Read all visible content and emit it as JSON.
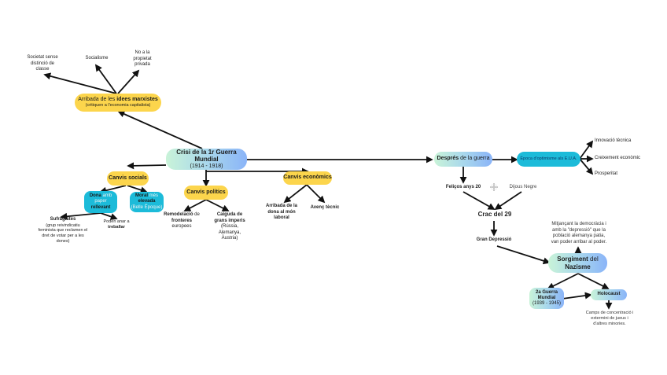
{
  "root": {
    "title": "Crisi de la 1r Guerra Mundial",
    "subtitle": "(1914 - 1918)"
  },
  "marxism": {
    "title_normal": "Arribada de les ",
    "title_bold": "idees marxistes",
    "subtitle": "(critiquen a l'economia capitalista)",
    "children": [
      "Societat sense distinció de classe",
      "Socialisme",
      "No a la propietat privada"
    ]
  },
  "social": {
    "title": "Canvis socials",
    "women": {
      "bold1": "Dona",
      "normal": " amb paper ",
      "bold2": "rellevant"
    },
    "moral": {
      "bold1": "Moral",
      "normal": " més ",
      "bold2": "elevada",
      "sub": "(Belle Époque)"
    },
    "suffragettes": {
      "title": "Sufragistes",
      "desc": "(grup reivindicatiu feminista que reclamen el dret de votar per a les dones)"
    },
    "work": {
      "normal": "Poden anar a ",
      "bold": "treballar"
    }
  },
  "political": {
    "title": "Canvis polítics",
    "borders": {
      "bold1": "Remodelació",
      "normal1": " de ",
      "bold2": "fronteres",
      "normal2": " europees"
    },
    "empires": {
      "bold": "Caiguda de grans imperis",
      "normal": "(Rússia, Alemanya, Àustria)"
    }
  },
  "economic": {
    "title": "Canvis econòmics",
    "children": [
      "Arribada de la dona al món laboral",
      "Avenç tècnic"
    ]
  },
  "after": {
    "bold": "Després",
    "normal": " de la guerra",
    "happy_twenties": "Feliços anys 20",
    "plus": "+",
    "black_thursday": "Dijous Negre",
    "crash": "Crac del 29",
    "depression": "Gran Depressió"
  },
  "usa": {
    "title": "Època d'optimisme als E.U.A.",
    "children": [
      "Innovació tècnica",
      "Creixement econòmic",
      "Prosperitat"
    ]
  },
  "nazism": {
    "bold": "Sorgiment",
    "normal": " del ",
    "bold2": "Nazisme",
    "note": "Mitjançant la democràcia i amb la \"depressió\" que la població alemanya patia, van poder arribar al poder.",
    "ww2": {
      "title": "2a Guerra Mundial",
      "sub": "(1939 - 1945)"
    },
    "holocaust": {
      "title": "Holocaust",
      "desc": "Camps de concentració i extermini de jueus i d'altres minories."
    }
  },
  "colors": {
    "yellow": "#fcd54c",
    "cyan": "#1cbbd9",
    "gradient_start": "#c9f3d8",
    "gradient_end": "#8ab4f8",
    "line": "#111111"
  }
}
